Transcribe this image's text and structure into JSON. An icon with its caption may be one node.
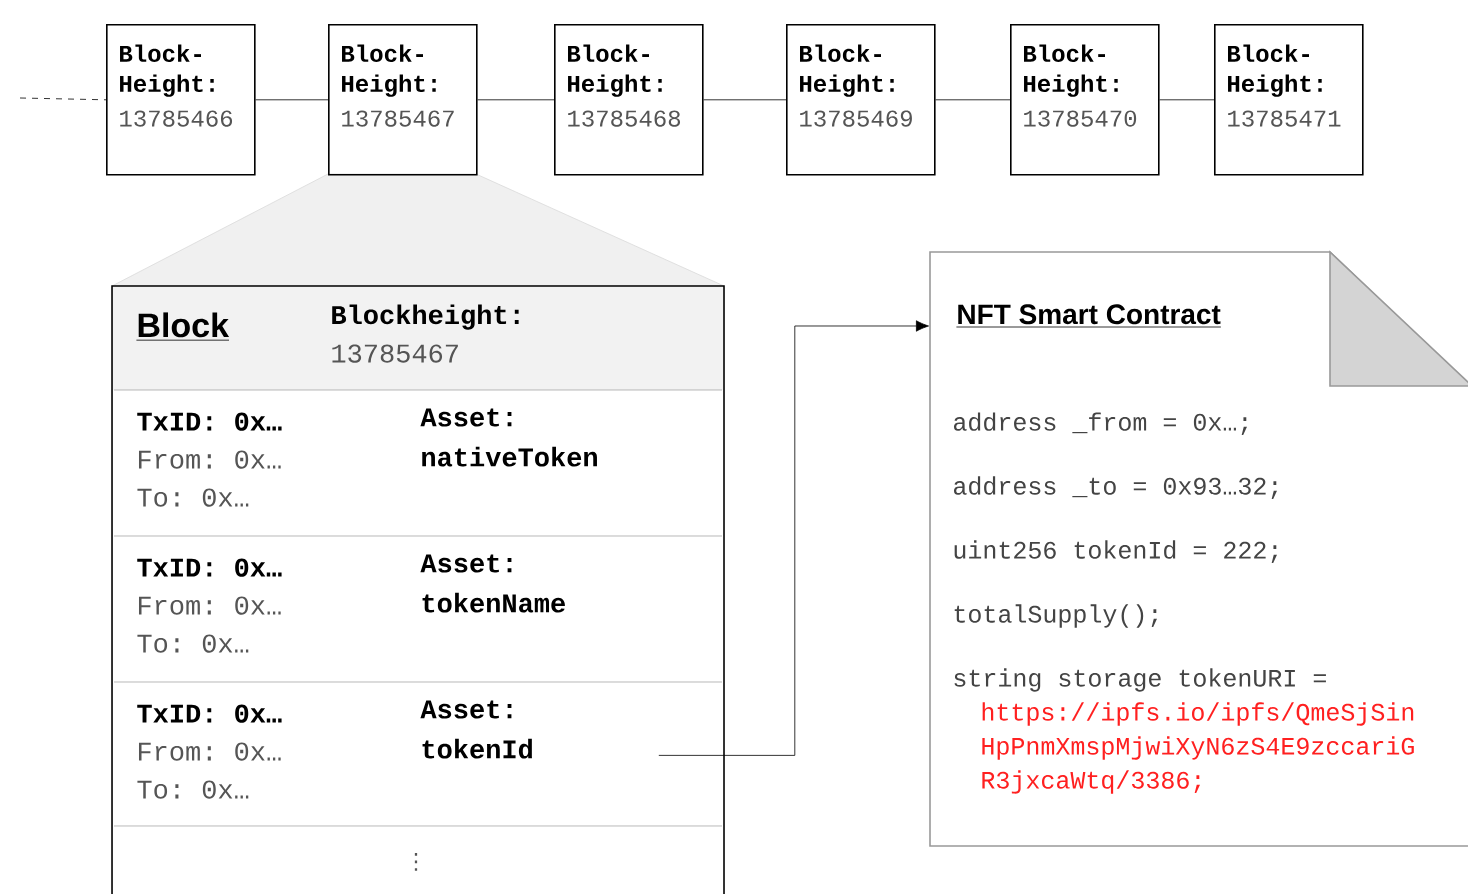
{
  "diagram": {
    "nodes": [
      {
        "text": [
          "Block- Height:",
          "13785466"
        ]
      },
      {
        "text": [
          "Block- Height:",
          "13785467"
        ]
      },
      {
        "text": [
          "Block- Height:",
          "13785468"
        ]
      },
      {
        "text": [
          "Block- Height:",
          "13785469"
        ]
      },
      {
        "text": [
          "Block- Height:",
          "13785470"
        ]
      },
      {
        "text": [
          "Block- Height:",
          "13785471"
        ]
      },
      {
        "text": [
          "Block",
          "Blockheight:",
          "13785467"
        ]
      },
      {
        "text": [
          "TxID: 0x…",
          "From: 0x…",
          "To: 0x…",
          "Asset: nativeToken"
        ],
        "in": 6
      },
      {
        "text": [
          "TxID: 0x…",
          "From: 0x…",
          "To: 0x…",
          "Asset: tokenName"
        ],
        "in": 6
      },
      {
        "text": [
          "TxID: 0x…",
          "From: 0x…",
          "To: 0x…",
          "Asset: tokenId"
        ],
        "in": 6
      },
      {
        "text": [
          "⋮"
        ],
        "in": 6
      },
      {
        "text": [],
        "shape": "trapezoid"
      },
      {
        "text": [
          "NFT Smart Contract",
          "address _from = 0x…;",
          "address _to = 0x93…32;",
          "uint256 tokenId = 222;",
          "totalSupply();",
          "string storage tokenURI =",
          "https://ipfs.io/ipfs/QmeSjSinHpPnmXmspMjwiXyN6zS4E9zccariGR3jxcaWtq/3386;"
        ]
      }
    ],
    "edges": [
      {
        "from": null,
        "to": 0,
        "arrow": "none",
        "style": "dashed"
      },
      {
        "from": 0,
        "to": 1,
        "arrow": "none"
      },
      {
        "from": 1,
        "to": 2,
        "arrow": "none"
      },
      {
        "from": 2,
        "to": 3,
        "arrow": "none"
      },
      {
        "from": 3,
        "to": 4,
        "arrow": "none"
      },
      {
        "from": 4,
        "to": 5,
        "arrow": "none"
      },
      {
        "from": 9,
        "to": 12,
        "arrow": "to"
      }
    ]
  }
}
